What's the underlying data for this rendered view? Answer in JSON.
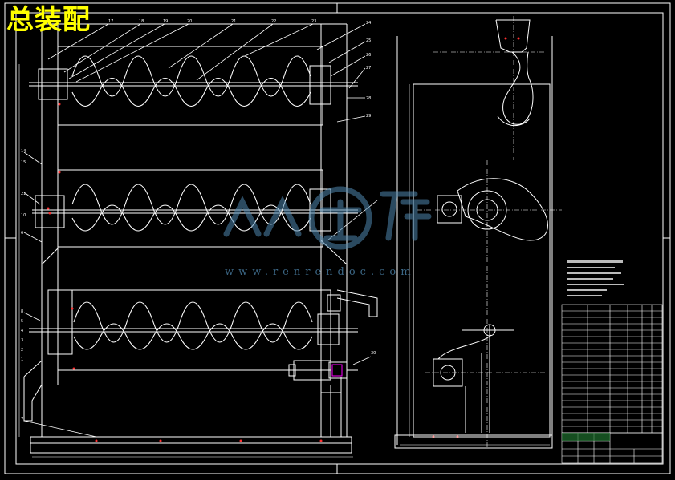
{
  "drawing": {
    "title": "总装配",
    "watermark_text": "www.renrendoc.com",
    "watermark_logo_text": "人人文库"
  },
  "colors": {
    "background": "#000000",
    "line": "#ffffff",
    "title": "#ffff00",
    "marker": "#ff3030",
    "accent": "#ff00ff",
    "watermark": "#4f88b0"
  }
}
